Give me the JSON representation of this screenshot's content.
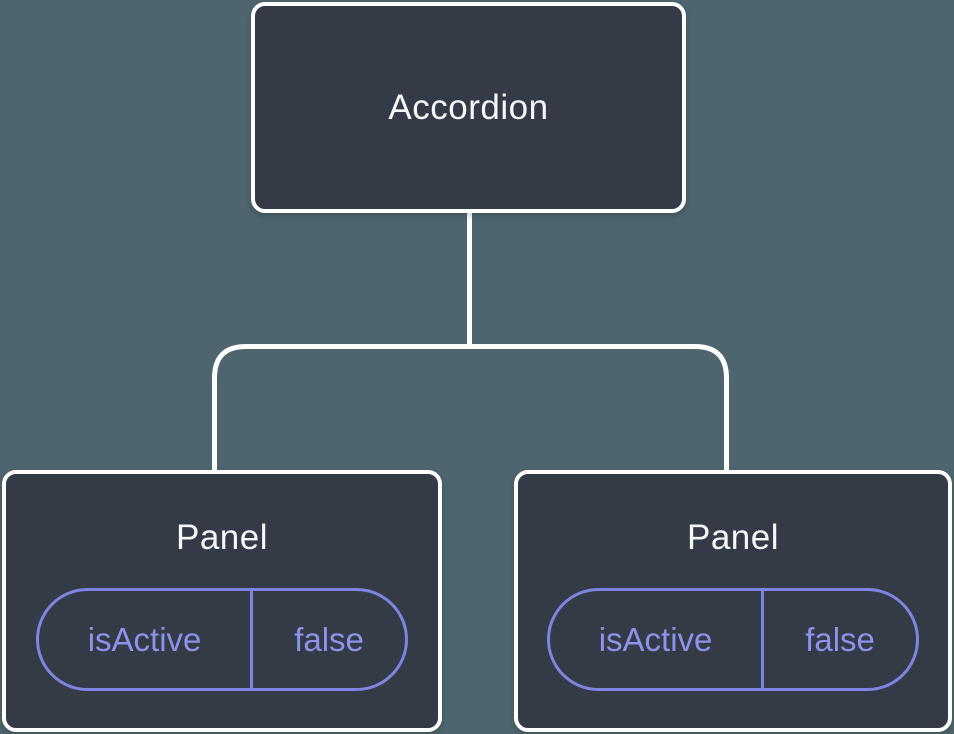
{
  "colors": {
    "background": "#4E656D",
    "node_fill": "#343B47",
    "node_border": "#FFFFFF",
    "node_text": "#F6F7F9",
    "pill_border": "#7E84E0",
    "pill_text": "#8D92EA",
    "connector": "#FFFFFF"
  },
  "tree": {
    "root": {
      "label": "Accordion"
    },
    "children": [
      {
        "label": "Panel",
        "state": {
          "key": "isActive",
          "value": "false"
        }
      },
      {
        "label": "Panel",
        "state": {
          "key": "isActive",
          "value": "false"
        }
      }
    ]
  }
}
